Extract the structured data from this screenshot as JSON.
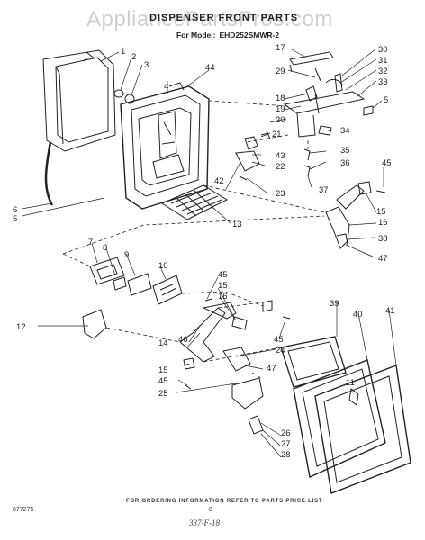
{
  "watermark": "AppliancePartsPros.com",
  "header": {
    "title": "DISPENSER FRONT PARTS",
    "model_label": "For Model:",
    "model_number": "EHD252SMWR-2"
  },
  "callouts": [
    "1",
    "2",
    "3",
    "4",
    "5",
    "6",
    "7",
    "8",
    "9",
    "10",
    "11",
    "12",
    "13",
    "14",
    "15",
    "16",
    "17",
    "18",
    "19",
    "20",
    "21",
    "22",
    "23",
    "24",
    "25",
    "26",
    "27",
    "28",
    "29",
    "30",
    "31",
    "32",
    "33",
    "34",
    "35",
    "36",
    "37",
    "38",
    "39",
    "40",
    "41",
    "42",
    "43",
    "44",
    "45",
    "46",
    "47"
  ],
  "footer": {
    "note": "FOR ORDERING INFORMATION REFER TO PARTS PRICE LIST",
    "doc_code": "877275",
    "page_number": "8",
    "handwritten": "337-F-18"
  }
}
